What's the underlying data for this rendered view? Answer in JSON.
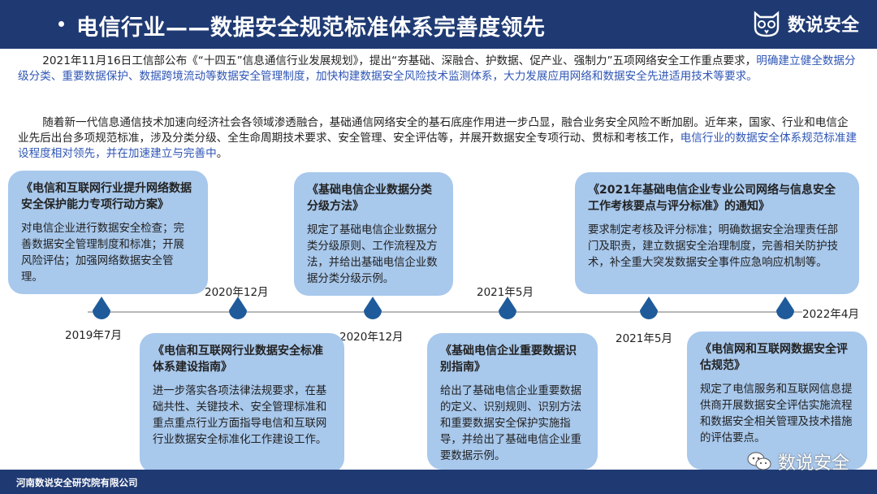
{
  "header": {
    "title": "电信行业——数据安全规范标准体系完善度领先",
    "logo_text": "数说安全"
  },
  "intro": {
    "p1_a": "2021年11月16日工信部公布《“十四五”信息通信行业发展规划》，提出“夯基础、深融合、护数据、促产业、强制力”五项网络安全工作重点要求，",
    "p1_b": "明确建立健全数据分级分类、重要数据保护、数据跨境流动等数据安全管理制度，加快构建数据安全风险技术监测体系，大力发展应用网络和数据安全先进适用技术等要求。",
    "p2_a": "随着新一代信息通信技术加速向经济社会各领域渗透融合，基础通信网络安全的基石底座作用进一步凸显，融合业务安全风险不断加剧。近年来，国家、行业和电信企业先后出台多项规范标准，涉及分类分级、全生命周期技术要求、安全管理、安全评估等，并展开数据安全专项行动、贯标和考核工作，",
    "p2_b": "电信行业的数据安全体系规范标准建设程度相对领先，并在加速建立与完善中",
    "p2_c": "。"
  },
  "cards": [
    {
      "title": "《电信和互联网行业提升网络数据安全保护能力专项行动方案》",
      "body": "对电信企业进行数据安全检查；完善数据安全管理制度和标准；开展风险评估；加强网络数据安全管理。"
    },
    {
      "title": "《基础电信企业数据分类分级方法》",
      "body": "规定了基础电信企业数据分类分级原则、工作流程及方法，并给出基础电信企业数据分类分级示例。"
    },
    {
      "title": "《2021年基础电信企业专业公司网络与信息安全工作考核要点与评分标准》的通知》",
      "body": "要求制定考核及评分标准；明确数据安全治理责任部门及职责，建立数据安全治理制度，完善相关防护技术，补全重大突发数据安全事件应急响应机制等。"
    },
    {
      "title": "《电信和互联网行业数据安全标准体系建设指南》",
      "body": "进一步落实各项法律法规要求，在基础共性、关键技术、安全管理标准和重点重点行业方面指导电信和互联网行业数据安全标准化工作建设工作。"
    },
    {
      "title": "《基础电信企业重要数据识别指南》",
      "body": "给出了基础电信企业重要数据的定义、识别规则、识别方法和重要数据安全保护实施指导，并给出了基础电信企业重要数据示例。"
    },
    {
      "title": "《电信网和互联网数据安全评估规范》",
      "body": "规定了电信服务和互联网信息提供商开展数据安全评估实施流程和数据安全相关管理及技术措施的评估要点。"
    }
  ],
  "dates": [
    "2019年7月",
    "2020年12月",
    "2020年12月",
    "2021年5月",
    "2021年5月",
    "2022年4月"
  ],
  "footer": {
    "org": "河南数说安全研究院有限公司",
    "wechat": "数说安全"
  },
  "colors": {
    "header_bg": "#1f3a73",
    "card_bg": "#a8c8ec",
    "highlight": "#2f56b5",
    "pin": "#1f5b9a"
  }
}
